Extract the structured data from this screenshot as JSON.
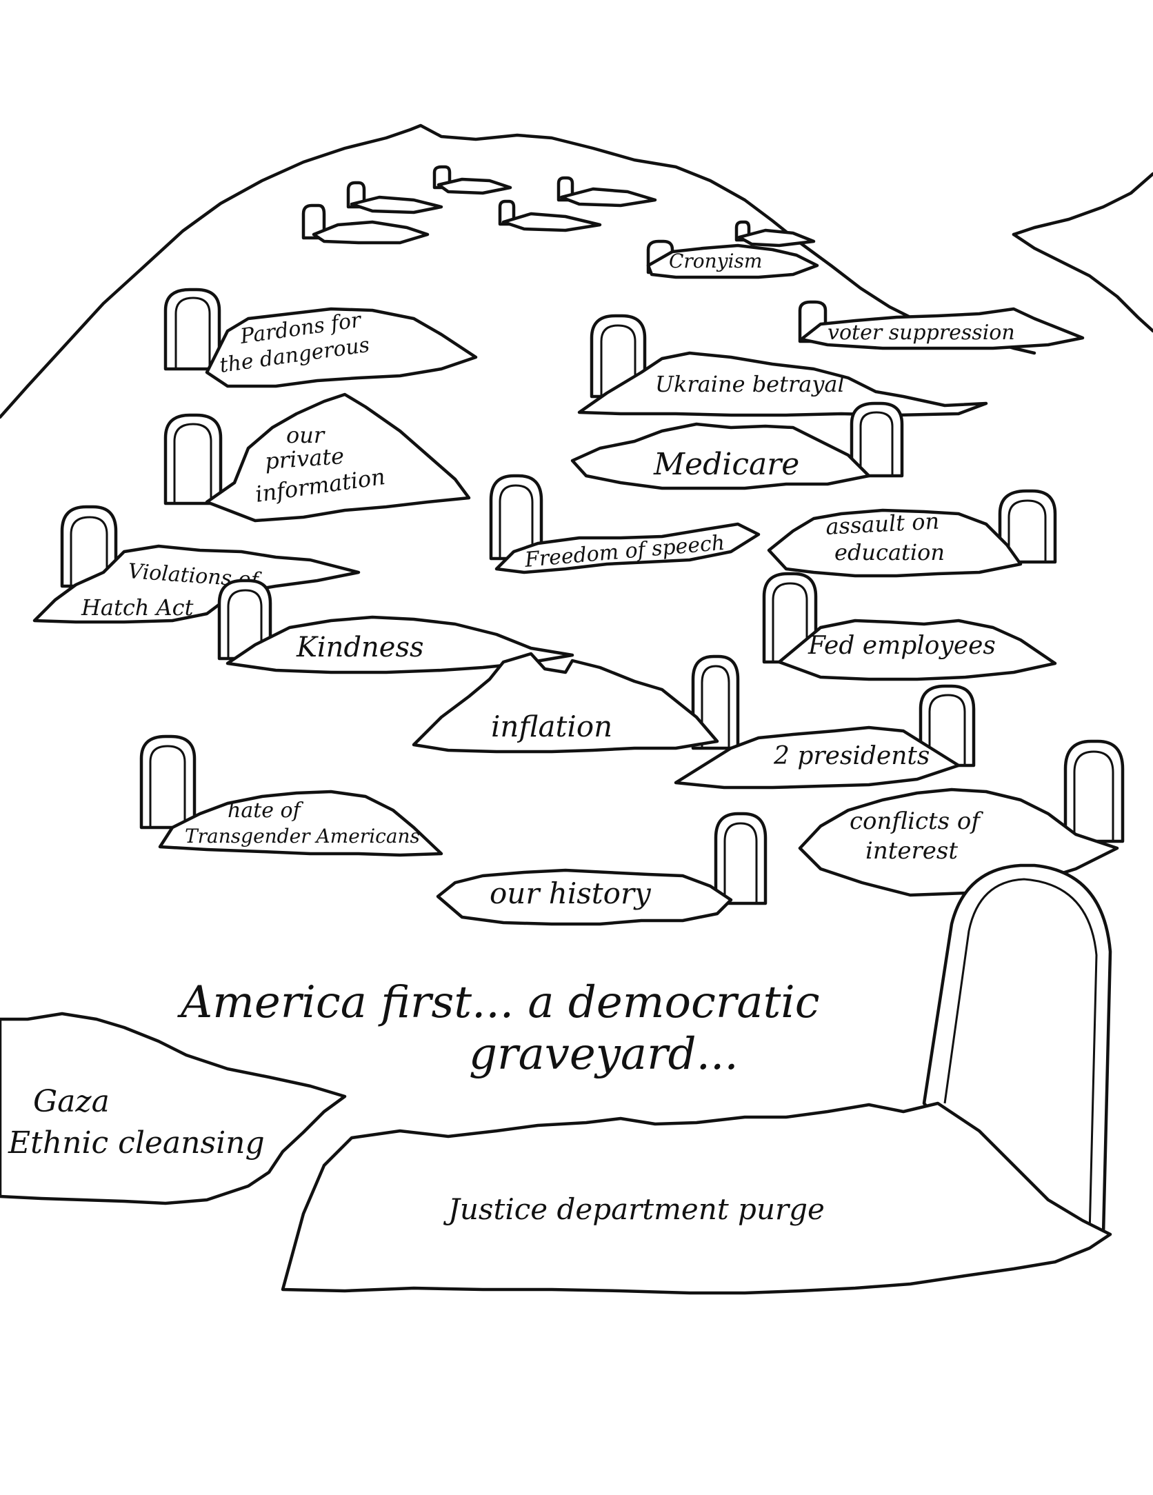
{
  "title": {
    "line1": "America first... a democratic",
    "line2": "graveyard..."
  },
  "graves": {
    "cronyism": "Cronyism",
    "voter_suppression": "voter suppression",
    "pardons_line1": "Pardons for",
    "pardons_line2": "the dangerous",
    "ukraine": "Ukraine betrayal",
    "medicare": "Medicare",
    "private_line1": "our",
    "private_line2": "private",
    "private_line3": "information",
    "freedom_speech": "Freedom of speech",
    "education_line1": "assault on",
    "education_line2": "education",
    "hatch_line1": "Violations of",
    "hatch_line2": "Hatch Act",
    "kindness": "Kindness",
    "fed_employees": "Fed employees",
    "inflation": "inflation",
    "two_presidents": "2 presidents",
    "transgender_line1": "hate of",
    "transgender_line2": "Transgender Americans",
    "conflicts_line1": "conflicts of",
    "conflicts_line2": "interest",
    "history": "our history",
    "gaza_line1": "Gaza",
    "gaza_line2": "Ethnic cleansing",
    "justice": "Justice department purge"
  },
  "colors": {
    "ink": "#111111",
    "paper": "#ffffff"
  }
}
